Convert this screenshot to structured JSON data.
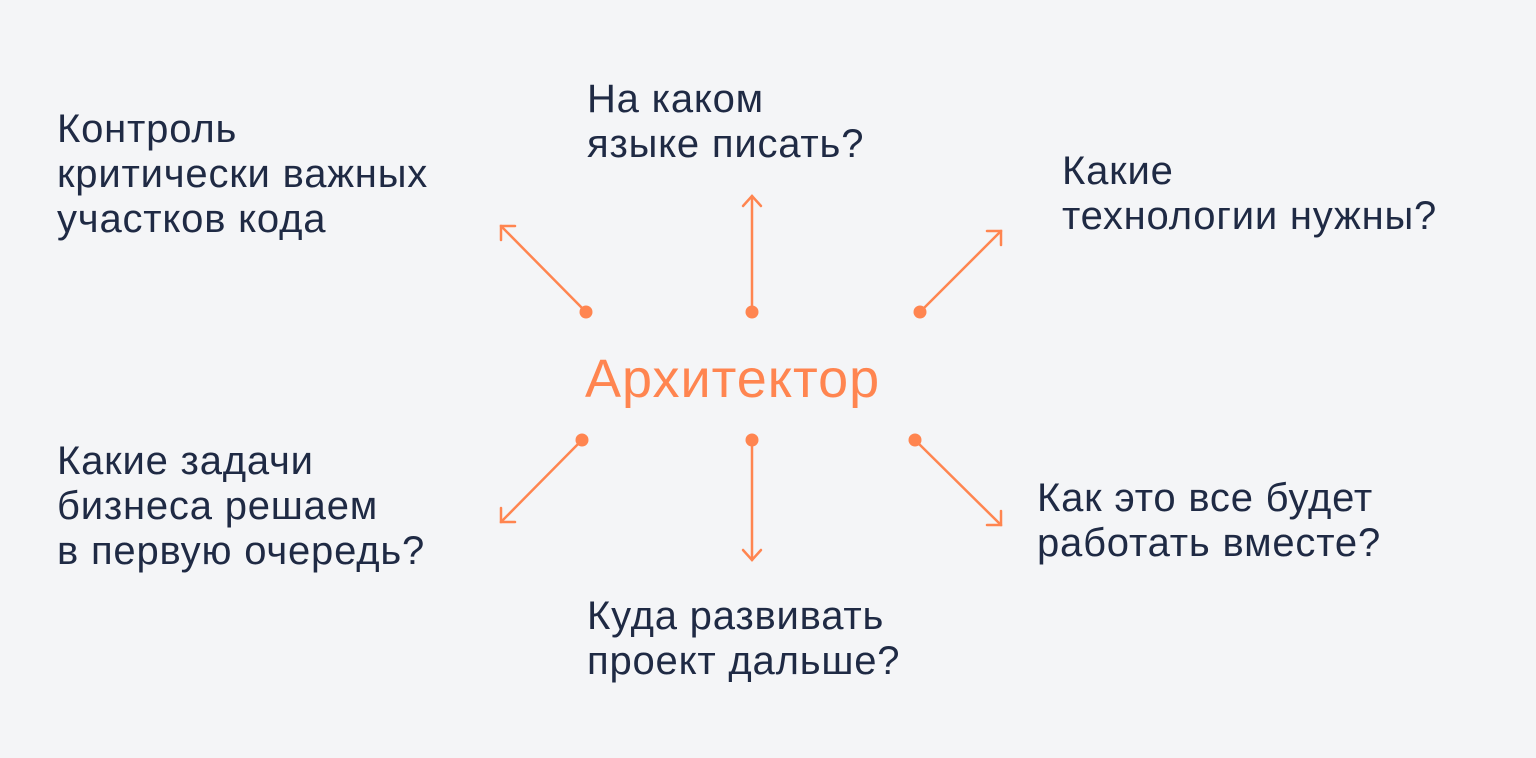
{
  "center": "Архитектор",
  "accent_color": "#ff8550",
  "text_color": "#1f2a44",
  "questions": {
    "top_left": [
      "Контроль",
      "критически важных",
      "участков кода"
    ],
    "top": [
      "На каком",
      "языке писать?"
    ],
    "top_right": [
      "Какие",
      "технологии нужны?"
    ],
    "bottom_left": [
      "Какие задачи",
      "бизнеса решаем",
      "в первую очередь?"
    ],
    "bottom": [
      "Куда развивать",
      "проект дальше?"
    ],
    "bottom_right": [
      "Как это все будет",
      "работать вместе?"
    ]
  }
}
